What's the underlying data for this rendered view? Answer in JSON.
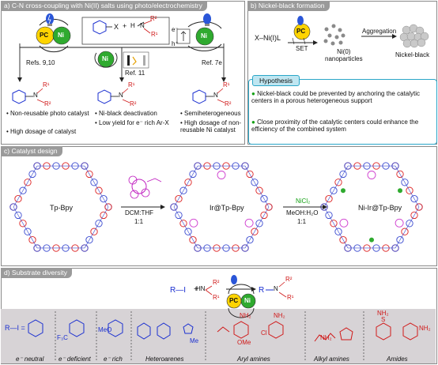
{
  "panel_a": {
    "tag": "a) C-N cross-coupling with Ni(II) salts using photo/electrochemistry",
    "ref_left": "Refs. 9,10",
    "ref_mid": "Ref. 11",
    "ref_right": "Ref. 7e",
    "bullets_left": [
      "• Non-reusable photo catalyst",
      "• High dosage of catalyst"
    ],
    "bullets_mid": [
      "• Ni-black deactivation",
      "• Low yield for e⁻ rich Ar-X"
    ],
    "bullets_right": [
      "• Semiheterogeneous",
      "• High dosage of non-reusable Ni catalyst"
    ],
    "pc": "PC",
    "ni": "Ni",
    "x": "X",
    "plus": "+",
    "r1": "R¹",
    "r2": "R²",
    "n": "N",
    "h": "H",
    "e_minus": "e⁻",
    "h_plus": "h⁺"
  },
  "panel_b": {
    "tag": "b) Nickel-black formation",
    "reactant": "X–Ni(I)L",
    "set": "SET",
    "nanoparticles": "Ni(0)\nnanoparticles",
    "aggregation": "Aggregation",
    "nickel_black": "Nickel-black",
    "hypothesis_title": "Hypothesis",
    "hyp_points": [
      "Nickel-black could be prevented by anchoring the catalytic centers in a porous heterogeneous support",
      "Close proximity of the catalytic centers could enhance the efficiency of the combined system"
    ]
  },
  "panel_c": {
    "tag": "c) Catalyst design",
    "cof1": "Tp-Bpy",
    "cof2": "Ir@Tp-Bpy",
    "cof3": "Ni-Ir@Tp-Bpy",
    "step1": [
      "DCM:THF",
      "1:1"
    ],
    "step2_reagent": "NiCl₂",
    "step2": [
      "MeOH:H₂O",
      "1:1"
    ]
  },
  "panel_d": {
    "tag": "d) Substrate diversity",
    "scheme_r": "R—I",
    "categories": [
      "e⁻ neutral",
      "e⁻ deficient",
      "e⁻ rich",
      "Heteroarenes",
      "Aryl amines",
      "Alkyl amines",
      "Amides"
    ],
    "ri_label": "R—I =",
    "f3c": "F₃C",
    "meo": "MeO",
    "me": "Me",
    "cl": "Cl",
    "nh2": "NH₂",
    "ome": "OMe",
    "o": "O",
    "s": "S"
  },
  "colors": {
    "ni": "#2faa2f",
    "pc": "#ffd400",
    "cof_blue": "#3b4bd0",
    "cof_red": "#d22",
    "hyp": "#2aa6c8"
  }
}
